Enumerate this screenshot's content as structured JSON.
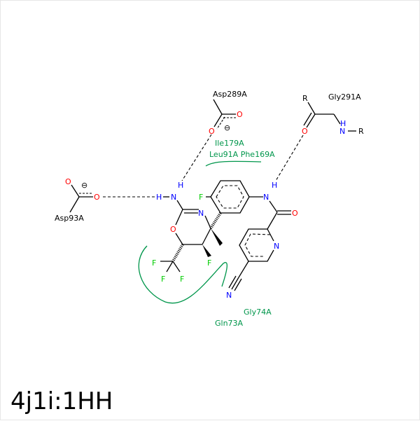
{
  "title": "4j1i:1HH",
  "colors": {
    "nitrogen": "#0000ff",
    "oxygen": "#ff0000",
    "fluorine": "#00ff00",
    "residue_hydrophobic": "#00964b",
    "bond": "#000000"
  },
  "residues": {
    "asp289": "Asp289A",
    "gly291": "Gly291A",
    "asp93": "Asp93A",
    "ile179": "Ile179A",
    "leu91_phe169": "Leu91A Phe169A",
    "gly74": "Gly74A",
    "gln73": "Gln73A"
  },
  "atoms": {
    "O": "O",
    "N": "N",
    "H": "H",
    "F": "F",
    "R": "R",
    "charge": "⊖"
  }
}
